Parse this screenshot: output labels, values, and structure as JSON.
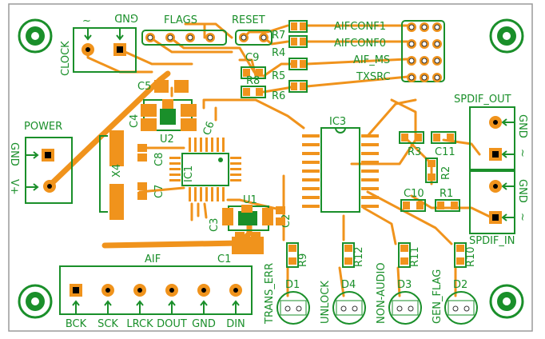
{
  "board": {
    "pin_headers": {
      "flags": "FLAGS",
      "reset": "RESET",
      "clock": "CLOCK",
      "clock_gnd": "GND",
      "clock_tilde": "~",
      "power": "POWER",
      "power_gnd": "GND",
      "power_vplus": "V+",
      "spdif_out": "SPDIF_OUT",
      "spdif_in": "SPDIF_IN",
      "spdif_gnd_1": "GND",
      "spdif_gnd_2": "GND",
      "spdif_tilde_1": "~",
      "spdif_tilde_2": "~",
      "aif": "AIF"
    },
    "config_labels": [
      "AIFCONF1",
      "AIFCONF0",
      "AIF_MS",
      "TXSRC"
    ],
    "resistors": {
      "r1": "R1",
      "r2": "R2",
      "r3": "R3",
      "r4": "R4",
      "r5": "R5",
      "r6": "R6",
      "r7": "R7",
      "r8": "R8",
      "r9": "R9",
      "r10": "R10",
      "r11": "R11",
      "r12": "R12"
    },
    "capacitors": {
      "c1": "C1",
      "c2": "C2",
      "c3": "C3",
      "c4": "C4",
      "c5": "C5",
      "c6": "C6",
      "c7": "C7",
      "c8": "C8",
      "c9": "C9",
      "c10": "C10",
      "c11": "C11"
    },
    "ics": {
      "ic1": "IC1",
      "ic3": "IC3",
      "u1": "U1",
      "u2": "U2",
      "x4": "X4"
    },
    "leds": [
      {
        "ref": "D1",
        "net": "TRANS_ERR"
      },
      {
        "ref": "D4",
        "net": "UNLOCK"
      },
      {
        "ref": "D3",
        "net": "NON-AUDIO"
      },
      {
        "ref": "D2",
        "net": "GEN_FLAG"
      }
    ],
    "aif_pins": [
      "BCK",
      "SCK",
      "LRCK",
      "DOUT",
      "GND",
      "DIN"
    ],
    "colors": {
      "silkscreen": "#1a8f2a",
      "copper": "#f0931c",
      "outline": "#9a9a9a"
    }
  }
}
